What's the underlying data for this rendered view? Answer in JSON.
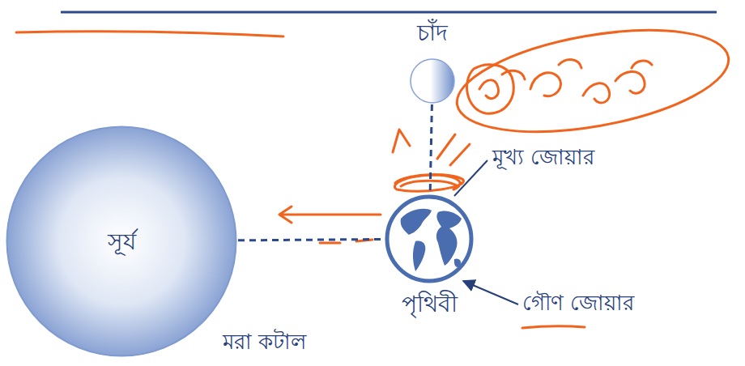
{
  "diagram": {
    "caption": "মরা কটাল",
    "nodes": [
      {
        "text": [
          "চাঁদ"
        ]
      },
      {
        "text": [
          "সূর্য"
        ]
      },
      {
        "text": [
          "পৃথিবী"
        ]
      }
    ],
    "edges": [
      {
        "from": 1,
        "to": 2,
        "arrow": "none"
      },
      {
        "from": 0,
        "to": 2,
        "arrow": "none"
      }
    ],
    "labels": [
      "মূখ্য জোয়ার",
      "গৌণ জোয়ার"
    ]
  }
}
